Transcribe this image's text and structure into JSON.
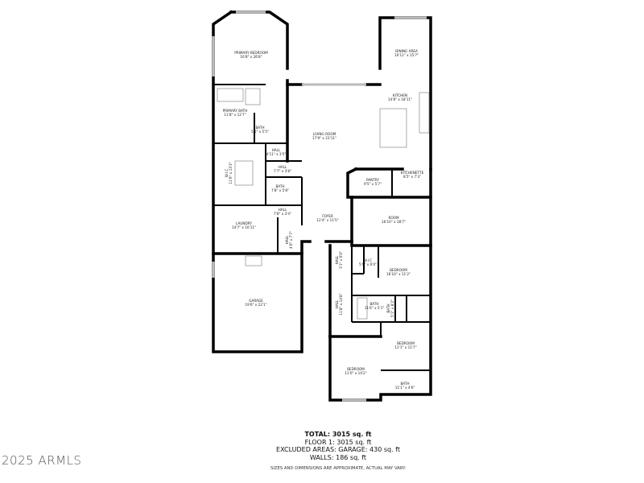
{
  "rooms": [
    {
      "name": "PRIMARY BEDROOM",
      "dims": "16'8\" x 26'8\""
    },
    {
      "name": "DINING AREA",
      "dims": "10'11\" x 15'7\""
    },
    {
      "name": "KITCHEN",
      "dims": "14'8\" x 18'11\""
    },
    {
      "name": "PRIMARY BATH",
      "dims": "11'8\" x 12'7\""
    },
    {
      "name": "BATH",
      "dims": "5'5\" x 5'5\""
    },
    {
      "name": "LIVING ROOM",
      "dims": "17'9\" x 23'11\""
    },
    {
      "name": "HALL",
      "dims": "4'11\" x 3'5\""
    },
    {
      "name": "HALL",
      "dims": "7'7\" x 3'8\""
    },
    {
      "name": "W.I.C",
      "dims": "11'6\" x 13'3\""
    },
    {
      "name": "BATH",
      "dims": "7'8\" x 5'8\""
    },
    {
      "name": "PANTRY",
      "dims": "9'5\" x 5'7\""
    },
    {
      "name": "KITCHENETTE",
      "dims": "8'5\" x 7'3\""
    },
    {
      "name": "HALL",
      "dims": "7'8\" x 3'4\""
    },
    {
      "name": "LAUNDRY",
      "dims": "14'7\" x 10'11\""
    },
    {
      "name": "FOYER",
      "dims": "12'4\" x 11'5\""
    },
    {
      "name": "ROOM",
      "dims": "16'10\" x 18'7\""
    },
    {
      "name": "HALL",
      "dims": "4'0\" x 7'7\""
    },
    {
      "name": "HALL",
      "dims": "3'1\" x 6'0\""
    },
    {
      "name": "W.I.C",
      "dims": "5'0\" x 6'0\""
    },
    {
      "name": "BEDROOM",
      "dims": "16'10\" x 11'2\""
    },
    {
      "name": "GARAGE",
      "dims": "19'6\" x 22'1\""
    },
    {
      "name": "HALL",
      "dims": "11'8\" x 14'8\""
    },
    {
      "name": "BATH",
      "dims": "11'6\" x 5'1\""
    },
    {
      "name": "BATH",
      "dims": "5'1\" x 8'2\""
    },
    {
      "name": "BEDROOM",
      "dims": "11'1\" x 11'7\""
    },
    {
      "name": "BEDROOM",
      "dims": "11'0\" x 14'2\""
    },
    {
      "name": "BATH",
      "dims": "11'1\" x 4'6\""
    }
  ],
  "summary": {
    "total": "TOTAL: 3015 sq. ft",
    "floor1": "FLOOR 1: 3015 sq. ft",
    "excluded": "EXCLUDED AREAS: GARAGE: 430 sq. ft",
    "walls": "WALLS: 186 sq. ft"
  },
  "disclaimer": "SIZES AND DIMENSIONS ARE APPROXIMATE, ACTUAL MAY VARY.",
  "watermark": "2025 ARMLS"
}
